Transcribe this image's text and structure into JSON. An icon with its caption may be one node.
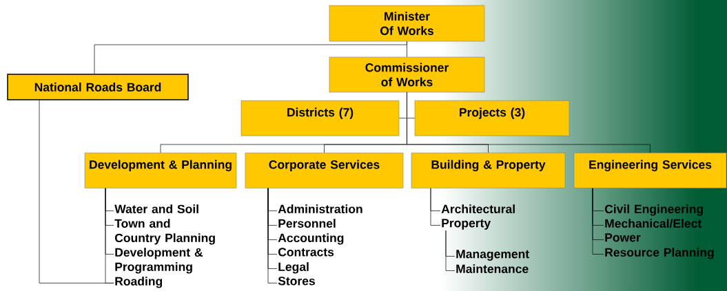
{
  "diagram": {
    "nodes": [
      {
        "text": [
          "Minister Of Works"
        ]
      },
      {
        "text": [
          "National Roads Board"
        ]
      },
      {
        "text": [
          "Commissioner of Works"
        ]
      },
      {
        "text": [
          "Districts (7)"
        ]
      },
      {
        "text": [
          "Projects (3)"
        ]
      },
      {
        "text": [
          "Development & Planning"
        ]
      },
      {
        "text": [
          "Corporate Services"
        ]
      },
      {
        "text": [
          "Building & Property"
        ]
      },
      {
        "text": [
          "Engineering Services"
        ]
      },
      {
        "text": [
          "Water and Soil"
        ]
      },
      {
        "text": [
          "Town and Country Planning"
        ]
      },
      {
        "text": [
          "Development & Programming"
        ]
      },
      {
        "text": [
          "Roading"
        ]
      },
      {
        "text": [
          "Administration"
        ]
      },
      {
        "text": [
          "Personnel"
        ]
      },
      {
        "text": [
          "Accounting"
        ]
      },
      {
        "text": [
          "Contracts"
        ]
      },
      {
        "text": [
          "Legal"
        ]
      },
      {
        "text": [
          "Stores"
        ]
      },
      {
        "text": [
          "Architectural"
        ]
      },
      {
        "text": [
          "Property"
        ]
      },
      {
        "text": [
          "Management"
        ]
      },
      {
        "text": [
          "Maintenance"
        ]
      },
      {
        "text": [
          "Civil Engineering"
        ]
      },
      {
        "text": [
          "Mechanical/Elect"
        ]
      },
      {
        "text": [
          "Power"
        ]
      },
      {
        "text": [
          "Resource Planning"
        ]
      }
    ],
    "edges": [
      {
        "from": 0,
        "to": 1,
        "arrow": "none"
      },
      {
        "from": 0,
        "to": 2,
        "arrow": "none"
      },
      {
        "from": 2,
        "to": 3,
        "arrow": "none"
      },
      {
        "from": 2,
        "to": 4,
        "arrow": "none"
      },
      {
        "from": 2,
        "to": 5,
        "arrow": "none"
      },
      {
        "from": 2,
        "to": 6,
        "arrow": "none"
      },
      {
        "from": 2,
        "to": 7,
        "arrow": "none"
      },
      {
        "from": 2,
        "to": 8,
        "arrow": "none"
      },
      {
        "from": 5,
        "to": 9,
        "arrow": "none"
      },
      {
        "from": 5,
        "to": 10,
        "arrow": "none"
      },
      {
        "from": 5,
        "to": 11,
        "arrow": "none"
      },
      {
        "from": 5,
        "to": 12,
        "arrow": "none"
      },
      {
        "from": 6,
        "to": 13,
        "arrow": "none"
      },
      {
        "from": 6,
        "to": 14,
        "arrow": "none"
      },
      {
        "from": 6,
        "to": 15,
        "arrow": "none"
      },
      {
        "from": 6,
        "to": 16,
        "arrow": "none"
      },
      {
        "from": 6,
        "to": 17,
        "arrow": "none"
      },
      {
        "from": 6,
        "to": 18,
        "arrow": "none"
      },
      {
        "from": 7,
        "to": 19,
        "arrow": "none"
      },
      {
        "from": 7,
        "to": 20,
        "arrow": "none"
      },
      {
        "from": 20,
        "to": 21,
        "arrow": "none"
      },
      {
        "from": 20,
        "to": 22,
        "arrow": "none"
      },
      {
        "from": 8,
        "to": 23,
        "arrow": "none"
      },
      {
        "from": 8,
        "to": 24,
        "arrow": "none"
      },
      {
        "from": 8,
        "to": 25,
        "arrow": "none"
      },
      {
        "from": 8,
        "to": 26,
        "arrow": "none"
      },
      {
        "from": 1,
        "to": 12,
        "arrow": "none"
      }
    ]
  }
}
